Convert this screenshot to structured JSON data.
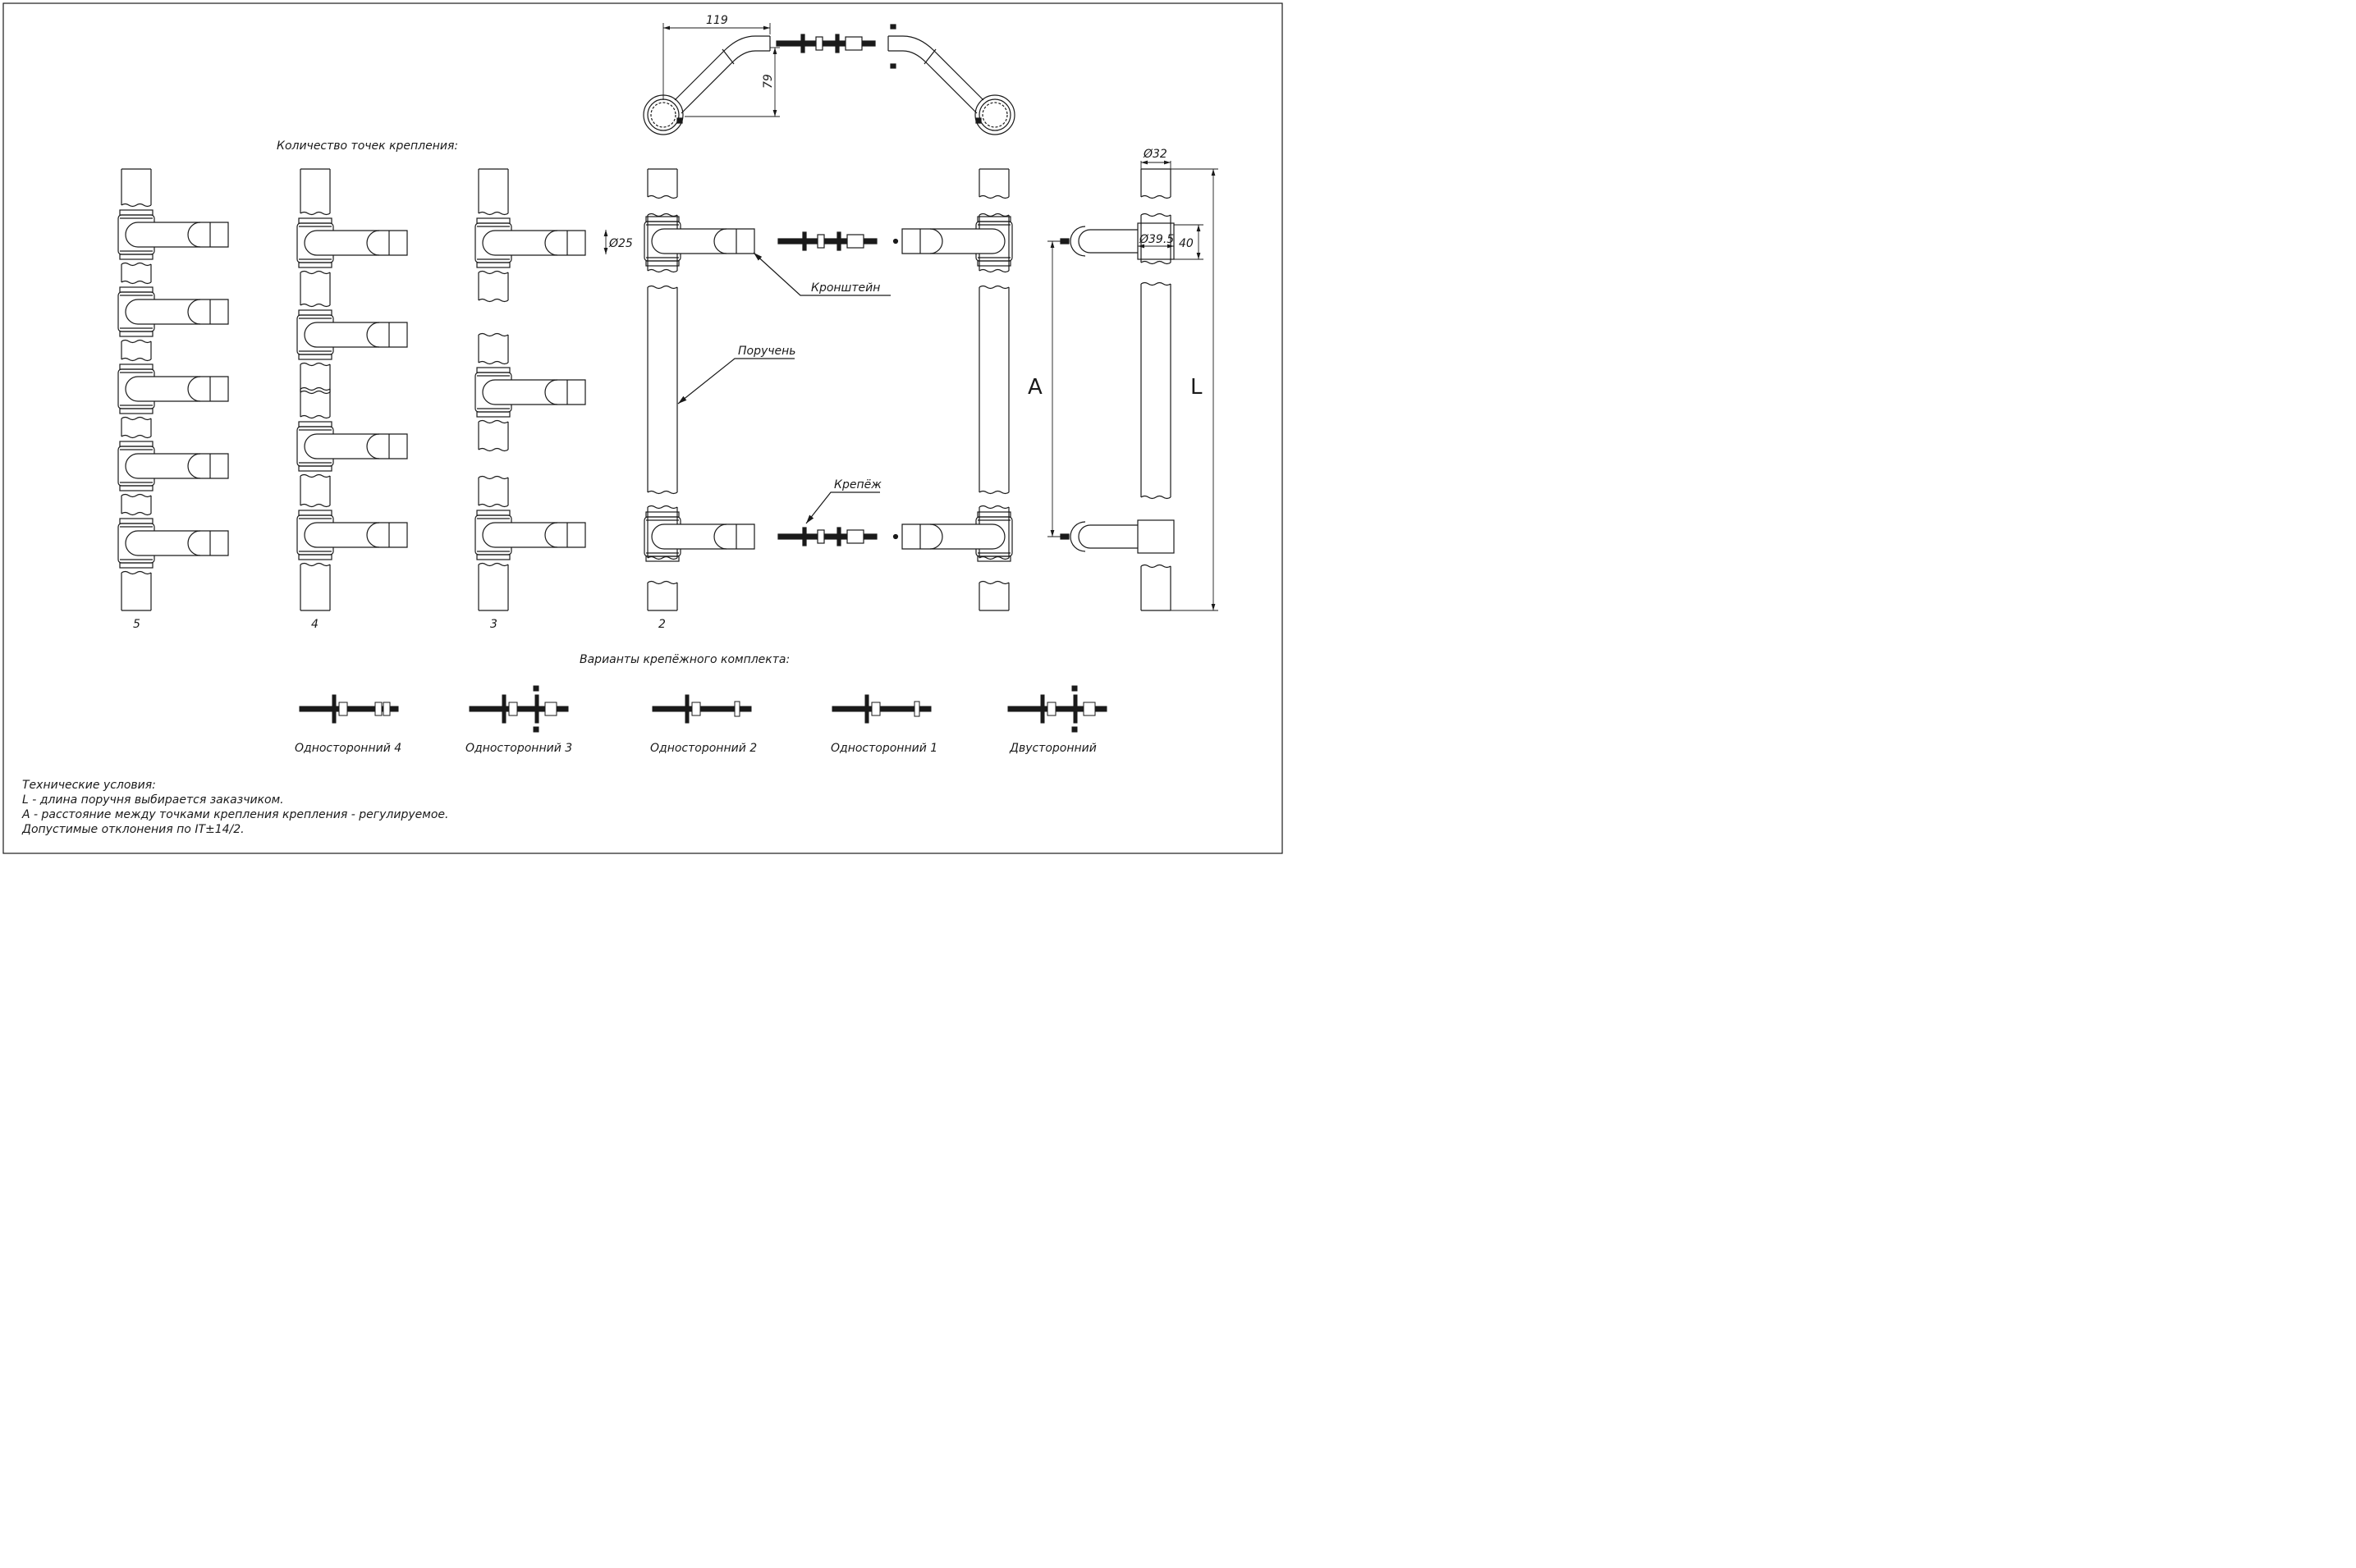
{
  "heading_mount_count": "Количество точек крепления:",
  "heading_kits": "Варианты крепёжного комплекта:",
  "mount_counts": [
    "5",
    "4",
    "3",
    "2"
  ],
  "dims": {
    "top_width": "119",
    "top_height": "79",
    "handle_dia": "Ø32",
    "bracket_dia": "Ø25",
    "cup_dia": "Ø39.5",
    "cup_height": "40",
    "letter_a": "A",
    "letter_l": "L"
  },
  "callouts": {
    "bracket": "Кронштейн",
    "handrail": "Поручень",
    "fastener": "Крепёж"
  },
  "kits": [
    "Односторонний 4",
    "Односторонний 3",
    "Односторонний 2",
    "Односторонний 1",
    "Двусторонний"
  ],
  "tech": {
    "title": "Технические условия:",
    "lines": [
      "L - длина поручня выбирается заказчиком.",
      "A - расстояние между точками крепления крепления - регулируемое.",
      "Допустимые отклонения по IT±14/2."
    ]
  }
}
